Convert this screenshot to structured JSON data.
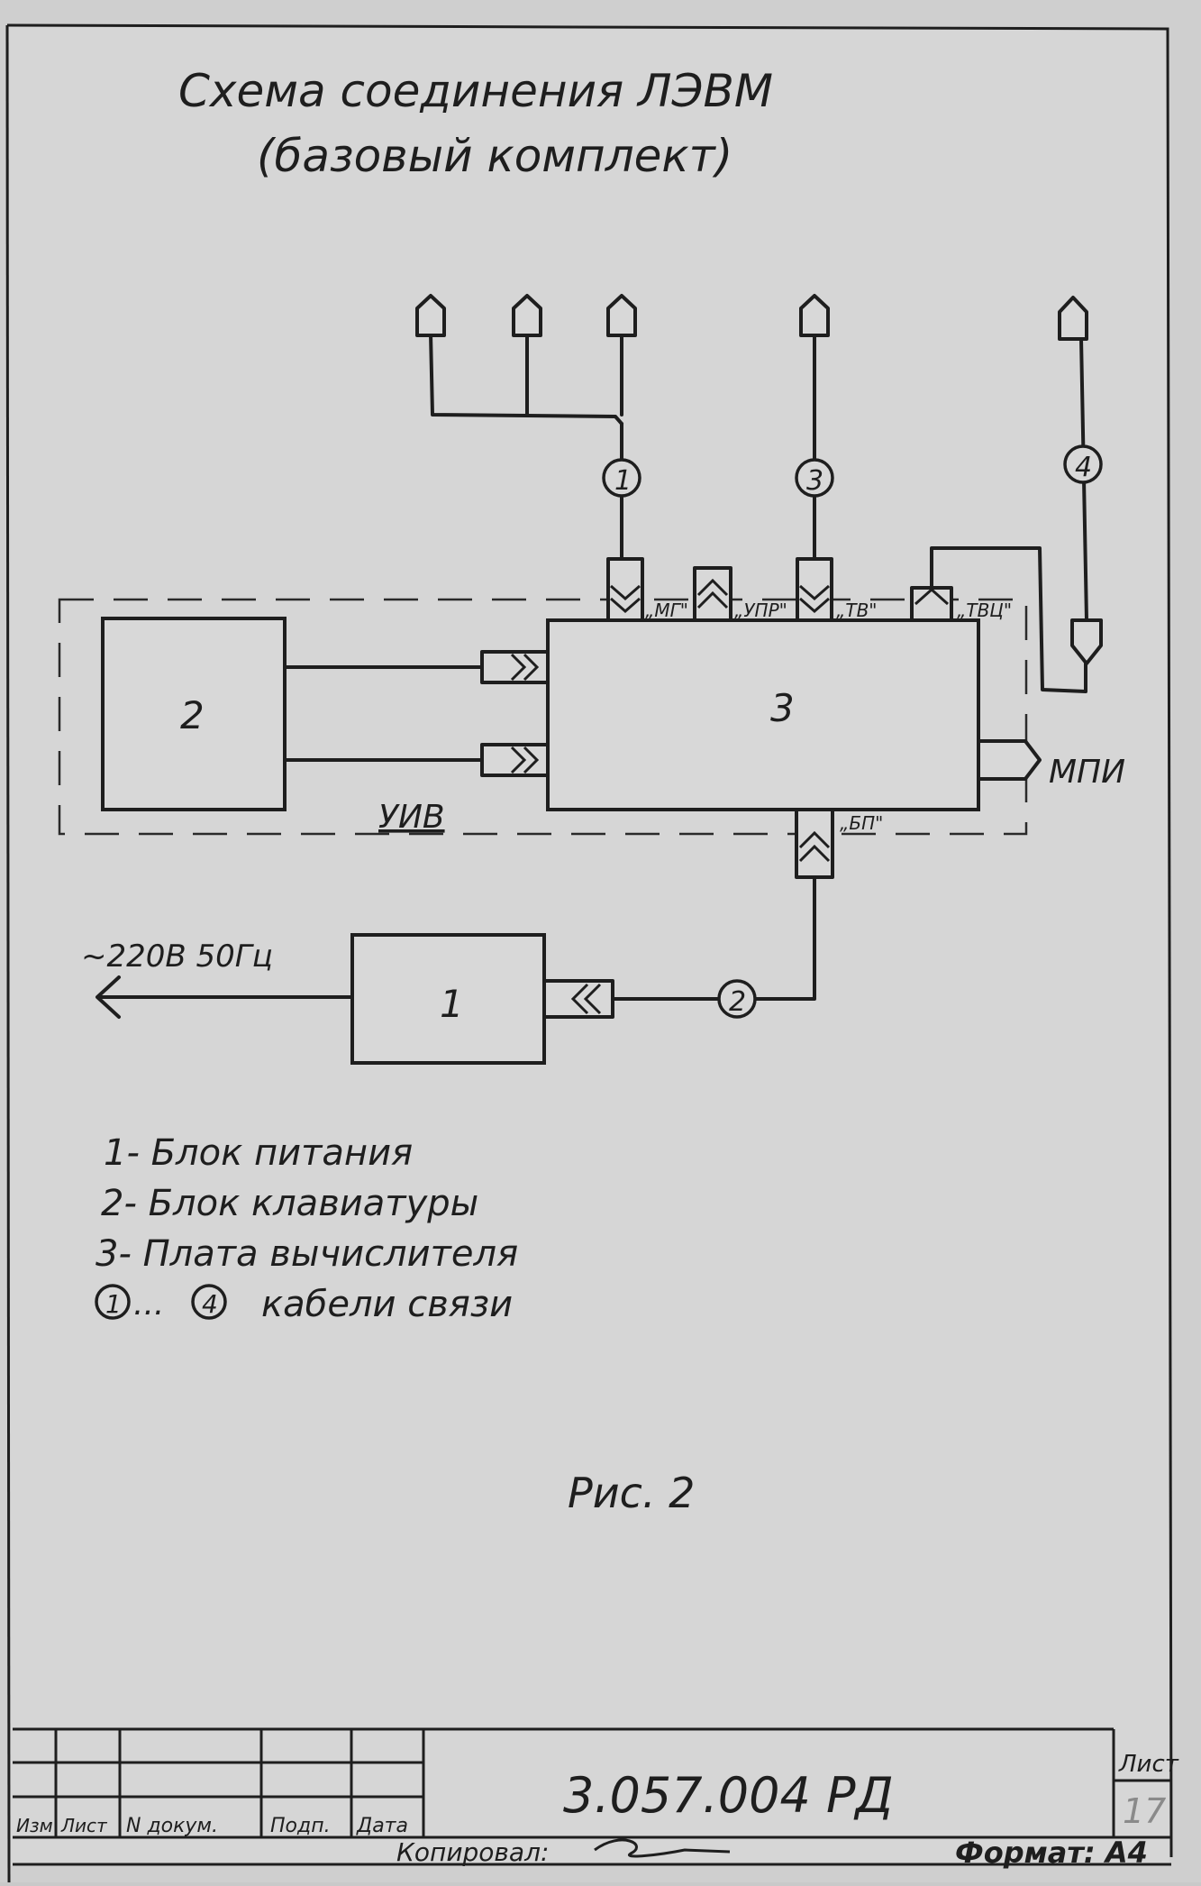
{
  "title": {
    "line1": "Схема соединения ЛЭВМ",
    "line2": "(базовый комплект)"
  },
  "blocks": {
    "power": "1",
    "keyboard": "2",
    "board": "3"
  },
  "cables": [
    "1",
    "2",
    "3",
    "4"
  ],
  "connectors": {
    "mg": "„МГ\"",
    "upr": "„УПР\"",
    "tv": "„ТВ\"",
    "tvc": "„ТВЦ\"",
    "bp": "„БП\"",
    "mpi": "МПИ"
  },
  "group_label": "УИВ",
  "mains_label": "~220В 50Гц",
  "legend": {
    "item1": "1- Блок питания",
    "item2": "2- Блок клавиатуры",
    "item3": "3- Плата вычислителя",
    "item4_from": "1",
    "item4_sep": "...",
    "item4_to": "4",
    "item4_text": "кабели связи"
  },
  "figure_label": "Рис. 2",
  "title_block": {
    "doc_number": "3.057.004 РД",
    "sheet_label": "Лист",
    "sheet_number": "17",
    "col_izm": "Изм",
    "col_list": "Лист",
    "col_ndoc": "N докум.",
    "col_podp": "Подп.",
    "col_data": "Дата",
    "copied": "Копировал:",
    "format": "Формат: А4"
  }
}
